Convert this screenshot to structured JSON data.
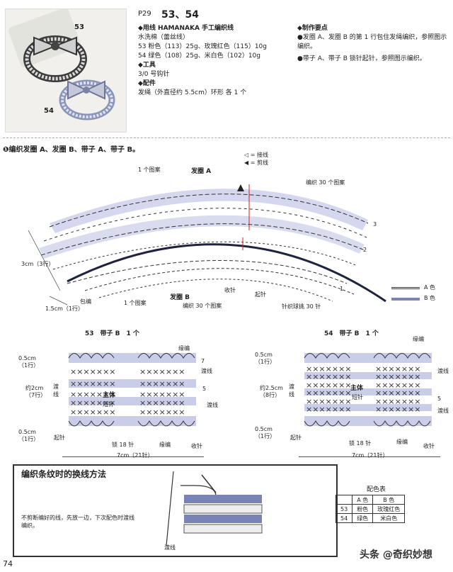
{
  "header": {
    "pattern_ref": "P29",
    "numbers": "53、54"
  },
  "photo": {
    "label_53": "53",
    "label_54": "54"
  },
  "materials": {
    "yarn_heading": "◆用线 HAMANAKA 手工编织线",
    "yarn_type": "水洗棉（蕾丝线）",
    "yarn_53": "53 粉色（113）25g、玫瑰红色（115）10g",
    "yarn_54": "54 绿色（108）25g、米白色（102）10g",
    "tools_heading": "◆工具",
    "tools": "3/0 号钩针",
    "parts_heading": "◆配件",
    "parts": "发绳（外直径约 5.5cm）环形 各 1 个"
  },
  "points": {
    "heading": "◆制作要点",
    "p1": "●发圈 A、发圈 B 的第 1 行包住发绳编织，参照图示编织。",
    "p2": "●带子 A、带子 B 锁针起针，参照图示编织。"
  },
  "step_title": "❶编织发圈 A、发圈 B、带子 A、带子 B。",
  "legend_top": {
    "join": "◁ = 接线",
    "cut": "◀ = 剪线"
  },
  "diagram_top": {
    "title_a": "发圈 A",
    "title_b": "发圈 B",
    "one_pattern_top": "1 个图案",
    "one_pattern_bottom": "1 个图案",
    "pattern_a": "编织 30 个图案",
    "pattern_b": "编织 30 个图案",
    "height_3cm": "3cm（3行）",
    "height_15cm": "1.5cm（1行）",
    "row1": "1",
    "row2": "2",
    "row3": "3",
    "row1b": "1",
    "wrap": "包编",
    "finish": "收针",
    "start": "起针",
    "puff": "针织球挑 30 针"
  },
  "legend_ab": {
    "a": "A 色",
    "b": "B 色"
  },
  "band53": {
    "title": "53　带子 B　1 个",
    "edge": "缘编",
    "top_h": "0.5cm",
    "top_r": "（1行）",
    "mid_h": "约2cm",
    "mid_r": "（7行）",
    "bot_h": "0.5cm",
    "bot_r": "（1行）",
    "transfer1": "渡",
    "transfer2": "线",
    "transfer_r": "渡线",
    "transfer_r2": "渡线",
    "body": "主体",
    "short": "短针",
    "start": "起针",
    "chain": "锁 18 针",
    "edge2": "缘编",
    "finish": "收针",
    "width": "7cm（21针）",
    "r7": "7",
    "r5": "5"
  },
  "band54": {
    "title": "54　带子 B　1 个",
    "edge": "缘编",
    "top_h": "0.5cm",
    "top_r": "（1行）",
    "mid_h": "约2.5cm",
    "mid_r": "（8行）",
    "bot_h": "0.5cm",
    "bot_r": "（1行）",
    "transfer1": "渡",
    "transfer2": "线",
    "transfer_r": "渡线",
    "transfer_r2": "渡线",
    "body": "主体",
    "short": "短针",
    "start": "起针",
    "chain": "锁 18 针",
    "edge2": "缘编",
    "finish": "收针",
    "width": "7cm（21针）",
    "r5": "5"
  },
  "stripe_box": {
    "title": "编织条纹时的换线方法",
    "text": "不剪断编好的线，先放一边，下次配色时渡线编织。",
    "label": "渡线"
  },
  "color_table": {
    "title": "配色表",
    "col_a": "A 色",
    "col_b": "B 色",
    "rows": [
      {
        "id": "53",
        "a": "粉色",
        "b": "玫瑰红色"
      },
      {
        "id": "54",
        "a": "绿色",
        "b": "米白色"
      }
    ]
  },
  "footer": {
    "page": "74",
    "watermark": "头条 @奇织妙想"
  }
}
